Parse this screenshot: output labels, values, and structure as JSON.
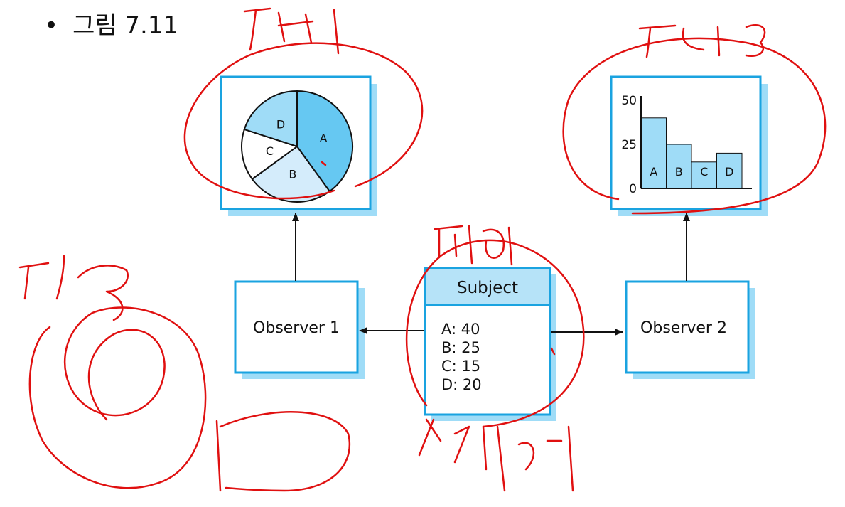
{
  "slide": {
    "bullet_char": "•",
    "heading": "그림 7.11"
  },
  "subject": {
    "title": "Subject",
    "values": [
      "A: 40",
      "B: 25",
      "C: 15",
      "D: 20"
    ]
  },
  "observers": [
    {
      "label": "Observer 1"
    },
    {
      "label": "Observer 2"
    }
  ],
  "pie_view": {
    "slices": [
      {
        "label": "A",
        "value": 40,
        "color": "#66c8f2"
      },
      {
        "label": "B",
        "value": 25,
        "color": "#d4ecfb"
      },
      {
        "label": "C",
        "value": 15,
        "color": "#ffffff"
      },
      {
        "label": "D",
        "value": 20,
        "color": "#9fdcf7"
      }
    ]
  },
  "chart_data": [
    {
      "type": "pie",
      "categories": [
        "A",
        "B",
        "C",
        "D"
      ],
      "values": [
        40,
        25,
        15,
        20
      ]
    },
    {
      "type": "bar",
      "categories": [
        "A",
        "B",
        "C",
        "D"
      ],
      "values": [
        40,
        25,
        15,
        20
      ],
      "ylim": [
        0,
        50
      ],
      "yticks": [
        "0",
        "25",
        "50"
      ],
      "color": "#9fdcf7"
    }
  ],
  "colors": {
    "box_border": "#1aa3e0",
    "box_shadow": "#9fdcf7",
    "subject_header": "#b6e3f8",
    "annotation_ink": "#e01010"
  }
}
